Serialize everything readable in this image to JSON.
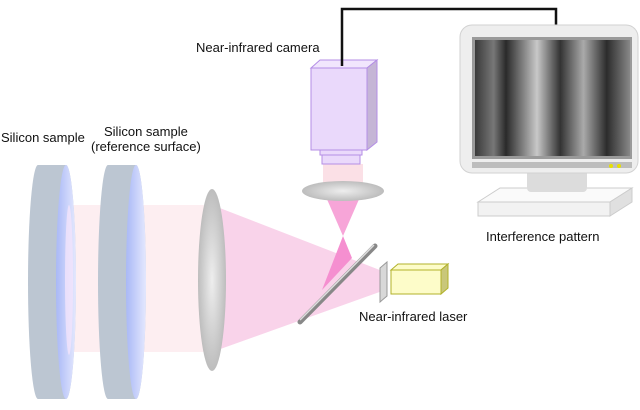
{
  "labels": {
    "camera": "Near-infrared camera",
    "sample": "Silicon sample",
    "reference_line1": "Silicon sample",
    "reference_line2": "(reference surface)",
    "pattern": "Interference pattern",
    "laser": "Near-infrared laser"
  },
  "colors": {
    "beam_light": "#fdeef1",
    "beam": "#f9cfe8",
    "beam_strong": "#f58fd0",
    "camera": "#ead9fb",
    "laser": "#fdfcc9",
    "disk": "#bcc6d2"
  }
}
